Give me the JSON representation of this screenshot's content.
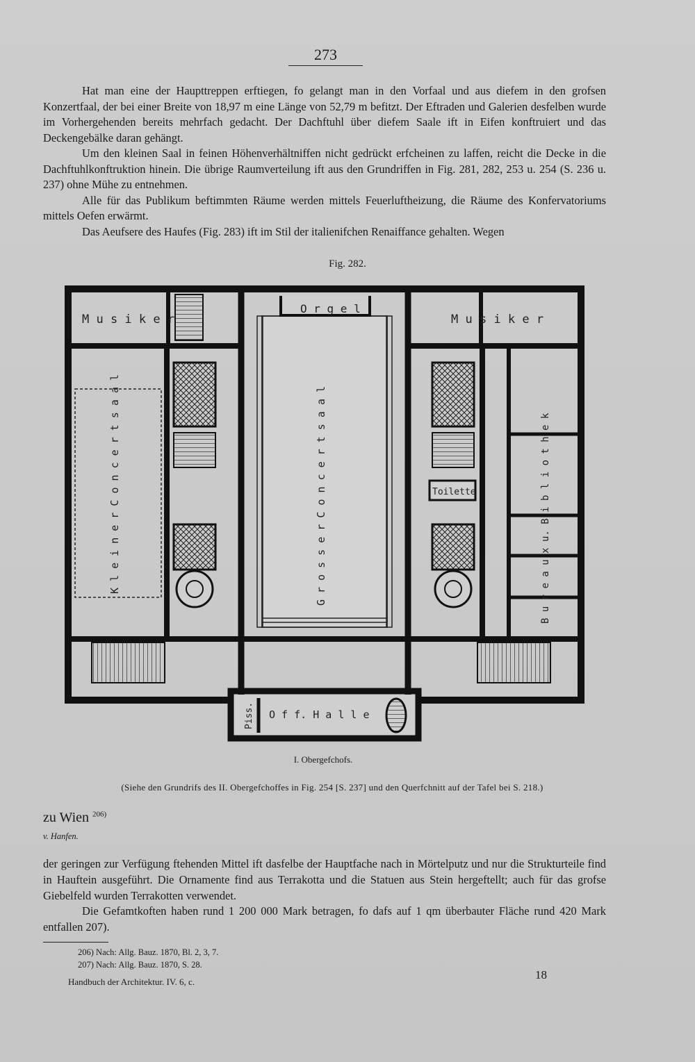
{
  "page_number": "273",
  "intro_paragraphs": [
    "Hat man eine der Haupttreppen erftiegen, fo gelangt man in den Vorfaal und aus diefem in den grofsen Konzertfaal, der bei einer Breite von 18,97 m eine Länge von 52,79 m befitzt. Der Eftraden und Galerien desfelben wurde im Vorhergehenden bereits mehrfach gedacht. Der Dachftuhl über diefem Saale ift in Eifen konftruiert und das Deckengebälke daran gehängt.",
    "Um den kleinen Saal in feinen Höhenverhältniffen nicht gedrückt erfcheinen zu laffen, reicht die Decke in die Dachftuhlkonftruktion hinein. Die übrige Raumverteilung ift aus den Grundriffen in Fig. 281, 282, 253 u. 254 (S. 236 u. 237) ohne Mühe zu entnehmen.",
    "Alle für das Publikum beftimmten Räume werden mittels Feuerluftheizung, die Räume des Konfervatoriums mittels Oefen erwärmt.",
    "Das Aeufsere des Haufes (Fig. 283) ift im Stil der italienifchen Renaiffance gehalten. Wegen"
  ],
  "figure": {
    "label": "Fig. 282.",
    "rooms": {
      "musiker_left": "M u s i k e r",
      "musiker_right": "M u s i k e r",
      "orgel": "O r g e l",
      "kleiner_saal": "K l e i n e r   C o n c e r t s a a l",
      "grosser_saal": "G r o s s e r   C o n c e r t s a a l",
      "toilette": "Toilette",
      "bureaux": "B u r e a u x   u.   B i b l i o t h e k",
      "piss": "Piss.",
      "halle": "O f f.   H a l l e"
    },
    "caption": "I. Obergefchofs.",
    "note": "(Siehe den Grundrifs des II. Obergefchoffes in Fig. 254 [S. 237] und den Querfchnitt auf der Tafel bei S. 218.)"
  },
  "side_note": {
    "title": "zu Wien",
    "ref": "206)",
    "author": "v. Hanfen."
  },
  "body_paragraphs": [
    "der geringen zur Verfügung ftehenden Mittel ift dasfelbe der Hauptfache nach in Mörtelputz und nur die Strukturteile find in Hauftein ausgeführt. Die Ornamente find aus Terrakotta und die Statuen aus Stein hergeftellt; auch für das grofse Giebelfeld wurden Terrakotten verwendet.",
    "Die Gefamtkoften haben rund 1 200 000 Mark betragen, fo dafs auf 1 qm überbauter Fläche rund 420 Mark entfallen 207)."
  ],
  "footnotes": [
    "206) Nach: Allg. Bauz. 1870, Bl. 2, 3, 7.",
    "207) Nach: Allg. Bauz. 1870, S. 28."
  ],
  "footer": "Handbuch der Architektur. IV. 6, c.",
  "signature": "18"
}
